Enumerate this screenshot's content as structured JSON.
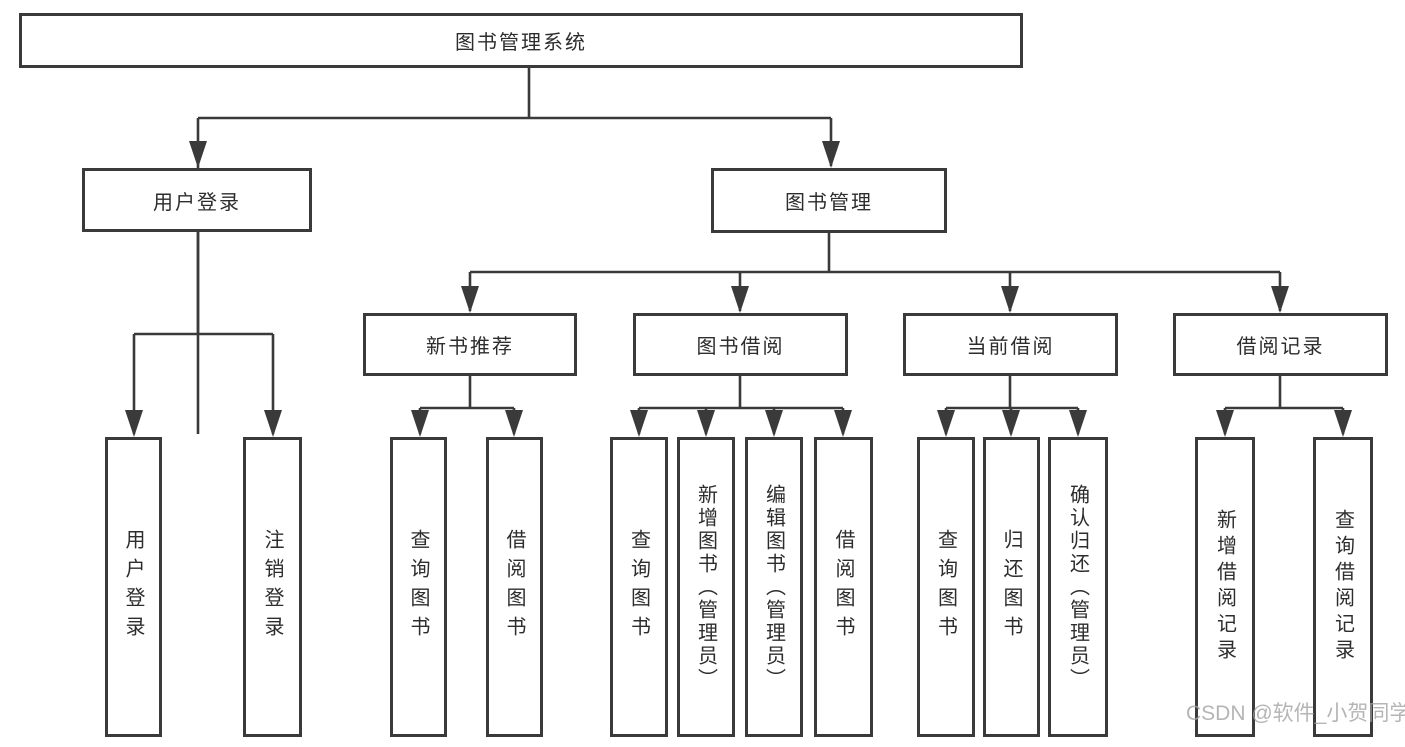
{
  "colors": {
    "line": "#3a3a3a",
    "box_border": "#3a3a3a",
    "text": "#2d2d2d",
    "watermark": "#a3a3a3",
    "background": "#ffffff"
  },
  "tree": {
    "root": {
      "label": "图书管理系统",
      "children": [
        {
          "label": "用户登录",
          "children": [
            {
              "label": "用户登录"
            },
            {
              "label": "注销登录"
            }
          ]
        },
        {
          "label": "图书管理",
          "children": [
            {
              "label": "新书推荐",
              "children": [
                {
                  "label": "查询图书"
                },
                {
                  "label": "借阅图书"
                }
              ]
            },
            {
              "label": "图书借阅",
              "children": [
                {
                  "label": "查询图书"
                },
                {
                  "label": "新增图书（管理员）"
                },
                {
                  "label": "编辑图书（管理员）"
                },
                {
                  "label": "借阅图书"
                }
              ]
            },
            {
              "label": "当前借阅",
              "children": [
                {
                  "label": "查询图书"
                },
                {
                  "label": "归还图书"
                },
                {
                  "label": "确认归还（管理员）"
                }
              ]
            },
            {
              "label": "借阅记录",
              "children": [
                {
                  "label": "新增借阅记录"
                },
                {
                  "label": "查询借阅记录"
                }
              ]
            }
          ]
        }
      ]
    }
  },
  "watermark": {
    "text": "CSDN @软件_小贺同学"
  }
}
